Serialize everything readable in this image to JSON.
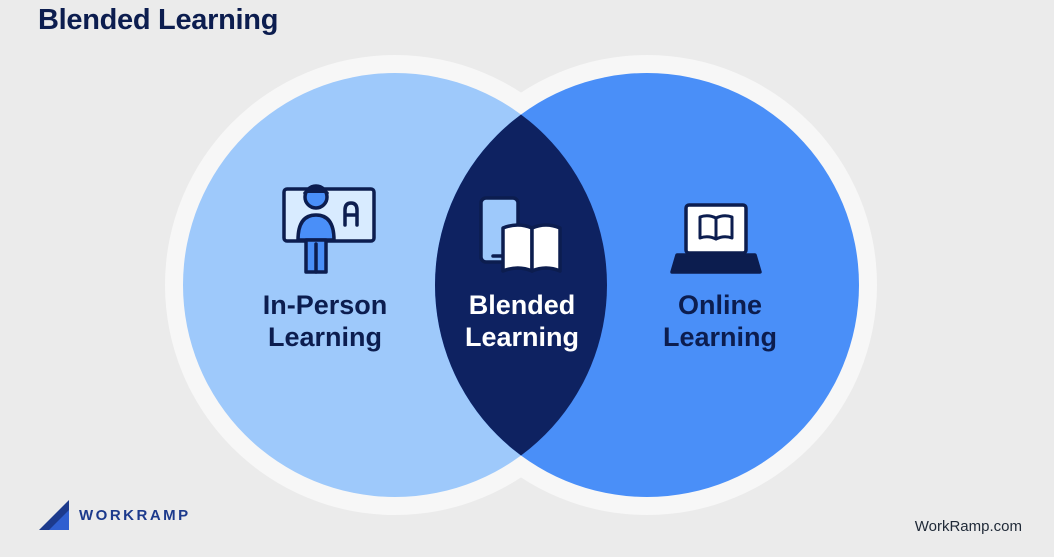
{
  "title": "Blended Learning",
  "circles": {
    "left": {
      "line1": "In-Person",
      "line2": "Learning",
      "icon": "teacher-board-icon"
    },
    "center": {
      "line1": "Blended",
      "line2": "Learning",
      "icon": "tablet-book-icon"
    },
    "right": {
      "line1": "Online",
      "line2": "Learning",
      "icon": "laptop-book-icon"
    }
  },
  "colors": {
    "background": "#ebebeb",
    "halo": "#f7f7f7",
    "left_circle": "#9ec9fb",
    "right_circle": "#4a8ff8",
    "overlap": "#0e2261",
    "title_text": "#0c1d4f"
  },
  "footer": {
    "logo_text": "WORKRAMP",
    "website": "WorkRamp.com"
  }
}
